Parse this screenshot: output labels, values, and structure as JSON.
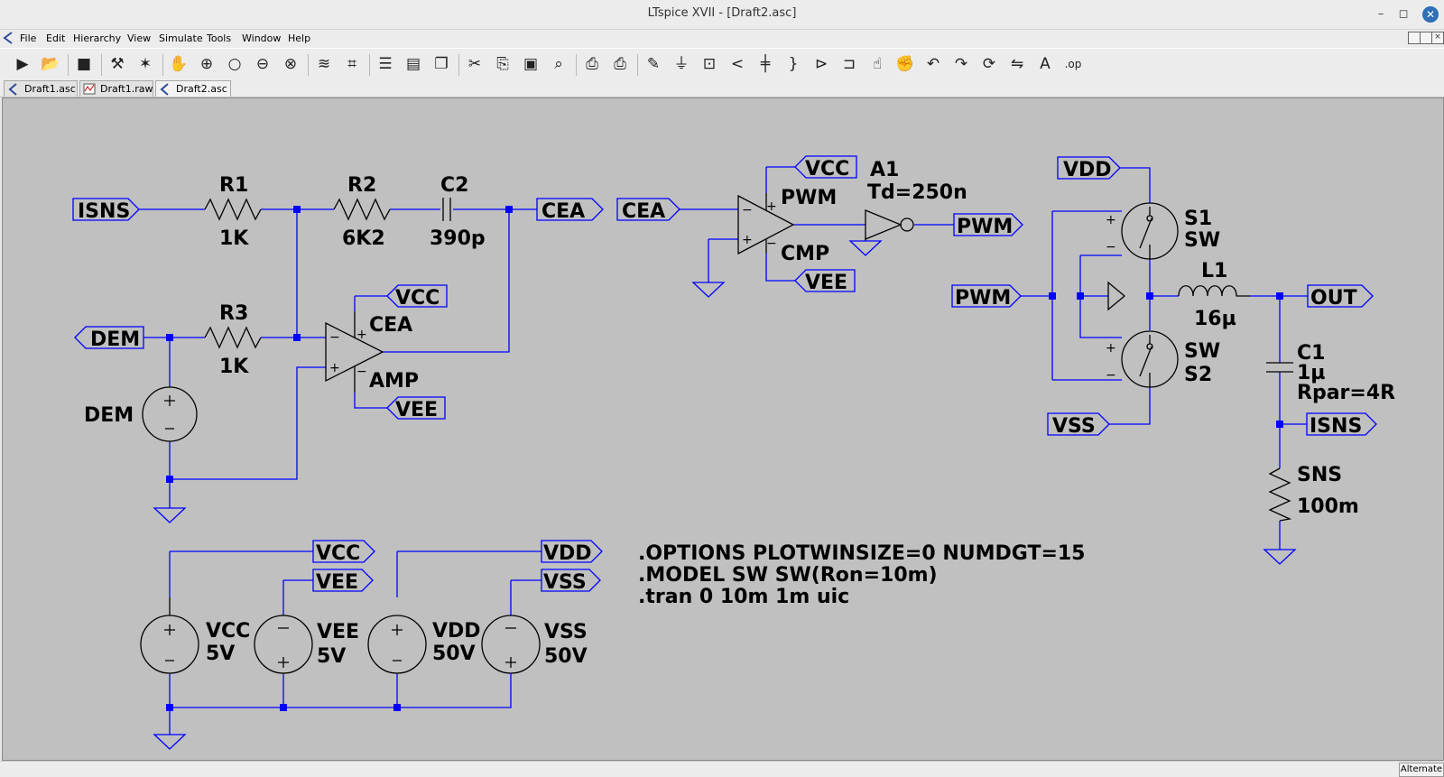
{
  "window": {
    "title": "LTspice XVII - [Draft2.asc]",
    "minimize_glyph": "–",
    "maximize_glyph": "◻",
    "close_glyph": "✕"
  },
  "menu": [
    "File",
    "Edit",
    "Hierarchy",
    "View",
    "Simulate",
    "Tools",
    "Window",
    "Help"
  ],
  "toolbar_icons": [
    "run-icon",
    "open-icon",
    "save-icon",
    "control-panel-icon",
    "halt-icon",
    "pan-icon",
    "zoom-in-icon",
    "zoom-full-icon",
    "zoom-out-icon",
    "zoom-cancel-icon",
    "autorange-icon",
    "mark-icon",
    "tile-horizontal-icon",
    "tile-vertical-icon",
    "cascade-icon",
    "cut-icon",
    "copy-icon",
    "paste-icon",
    "find-icon",
    "print-preview-icon",
    "print-icon",
    "draw-wire-icon",
    "ground-icon",
    "label-net-icon",
    "resistor-icon",
    "capacitor-icon",
    "inductor-icon",
    "diode-icon",
    "component-icon",
    "move-icon",
    "drag-icon",
    "undo-icon",
    "redo-icon",
    "rotate-icon",
    "mirror-icon",
    "text-icon",
    "spice-directive-icon"
  ],
  "tabs": [
    {
      "label": "Draft1.asc",
      "icon": "schematic-icon"
    },
    {
      "label": "Draft1.raw",
      "icon": "waveform-icon"
    },
    {
      "label": "Draft2.asc",
      "icon": "schematic-icon",
      "active": true
    }
  ],
  "schematic": {
    "colors": {
      "wire": "#0000ff",
      "text": "#000000",
      "background": "#c0c0c0",
      "junction": "#0000ff"
    },
    "components": {
      "R1": {
        "name": "R1",
        "value": "1K"
      },
      "R2": {
        "name": "R2",
        "value": "6K2"
      },
      "C2": {
        "name": "C2",
        "value": "390p"
      },
      "R3": {
        "name": "R3",
        "value": "1K"
      },
      "DEM_src": {
        "name": "DEM"
      },
      "CEA_amp": {
        "name": "CEA",
        "model": "AMP"
      },
      "PWM_cmp": {
        "name": "PWM",
        "model": "CMP"
      },
      "A1": {
        "name": "A1",
        "param": "Td=250n"
      },
      "S1": {
        "name": "S1",
        "model": "SW"
      },
      "S2": {
        "name": "S2",
        "model": "SW"
      },
      "L1": {
        "name": "L1",
        "value": "16µ"
      },
      "C1": {
        "name": "C1",
        "value": "1µ",
        "param": "Rpar=4R"
      },
      "SNS": {
        "name": "SNS",
        "value": "100m"
      },
      "VCC_src": {
        "name": "VCC",
        "value": "5V"
      },
      "VEE_src": {
        "name": "VEE",
        "value": "5V"
      },
      "VDD_src": {
        "name": "VDD",
        "value": "50V"
      },
      "VSS_src": {
        "name": "VSS",
        "value": "50V"
      }
    },
    "netlabels": {
      "isns_in": "ISNS",
      "cea_out": "CEA",
      "dem_in": "DEM",
      "vcc_amp": "VCC",
      "vee_amp": "VEE",
      "cea_in": "CEA",
      "vcc_cmp": "VCC",
      "vee_cmp": "VEE",
      "pwm_out": "PWM",
      "vdd_sw": "VDD",
      "pwm_in": "PWM",
      "vss_sw": "VSS",
      "out": "OUT",
      "isns_out": "ISNS",
      "vcc_src": "VCC",
      "vee_src": "VEE",
      "vdd_src": "VDD",
      "vss_src": "VSS"
    },
    "directives": [
      ".OPTIONS PLOTWINSIZE=0 NUMDGT=15",
      ".MODEL SW SW(Ron=10m)",
      ".tran 0 10m 1m uic"
    ]
  },
  "status": {
    "mode": "Alternate"
  }
}
